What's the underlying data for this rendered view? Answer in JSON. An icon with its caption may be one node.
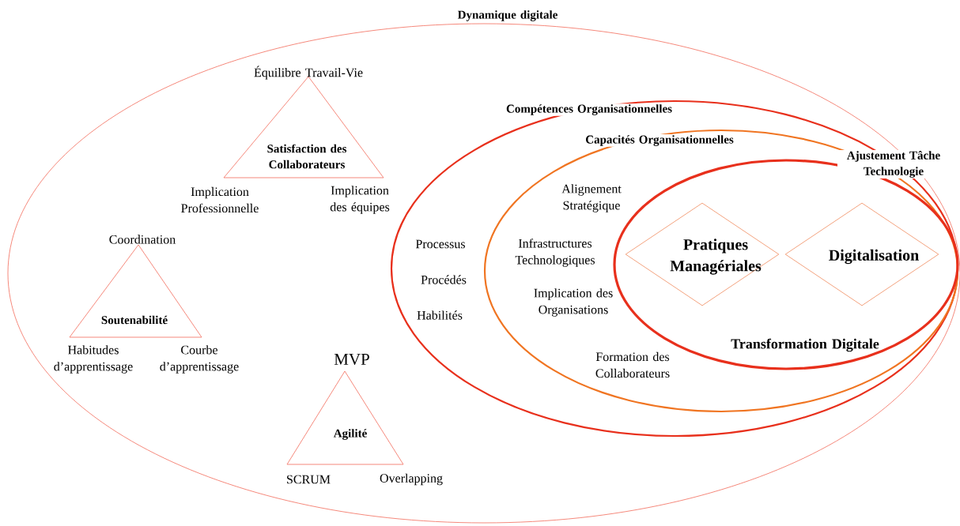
{
  "diagram": {
    "nodes": [
      {
        "text": [
          "Dynamique digitale"
        ]
      },
      {
        "text": [
          "Satisfaction des Collaborateurs"
        ],
        "beside": [
          "Équilibre Travail-Vie",
          "Implication Professionnelle",
          "Implication des équipes"
        ],
        "in": 0
      },
      {
        "text": [
          "Soutenabilité"
        ],
        "beside": [
          "Coordination",
          "Habitudes d’apprentissage",
          "Courbe d’apprentissage"
        ],
        "in": 0
      },
      {
        "text": [
          "Agilité"
        ],
        "beside": [
          "MVP",
          "SCRUM",
          "Overlapping"
        ],
        "in": 0
      },
      {
        "text": [
          "Compétences Organisationnelles",
          "Processus",
          "Procédés",
          "Habilités"
        ],
        "in": 0
      },
      {
        "text": [
          "Capacités Organisationnelles",
          "Alignement Stratégique",
          "Infrastructures Technologiques",
          "Implication des Organisations",
          "Formation des Collaborateurs"
        ],
        "in": 4
      },
      {
        "text": [
          "Transformation Digitale"
        ],
        "in": 5
      },
      {
        "text": [
          "Pratiques Managériales"
        ],
        "in": 6
      },
      {
        "text": [
          "Digitalisation"
        ],
        "in": 6
      }
    ],
    "labels": [
      "Ajustement Tâche Technologie"
    ]
  }
}
